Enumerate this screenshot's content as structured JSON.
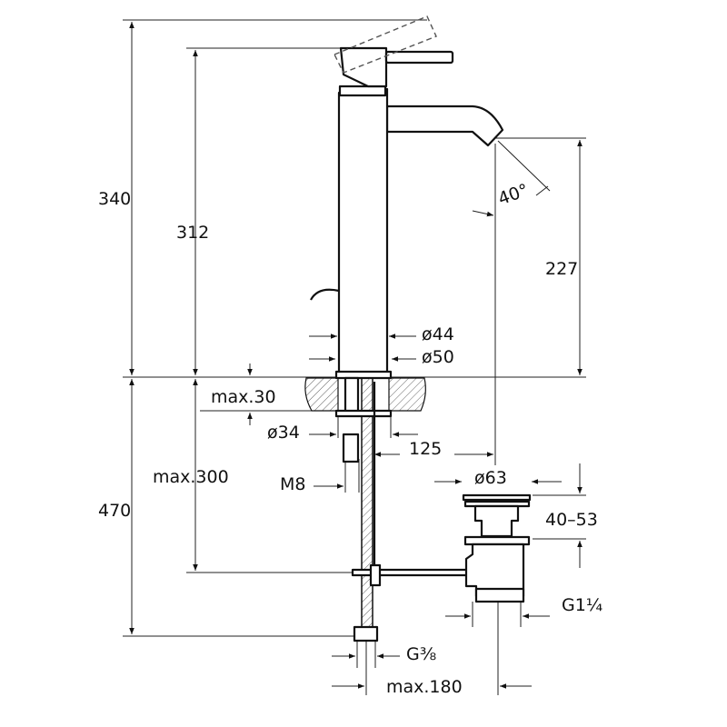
{
  "drawing": {
    "colors": {
      "line": "#111111",
      "background": "#ffffff"
    },
    "dimensions": {
      "total_height_above": "340",
      "height_to_lever": "312",
      "spout_height": "227",
      "spout_angle": "40°",
      "d44": "ø44",
      "d50": "ø50",
      "max_thickness": "max.30",
      "d34": "ø34",
      "spout_reach": "125",
      "max_300": "max.300",
      "thread_m8": "M8",
      "total_height_below": "470",
      "d63": "ø63",
      "drain_range": "40–53",
      "drain_thread": "G1¼",
      "hose_thread": "G⅜",
      "max_180": "max.180"
    }
  }
}
